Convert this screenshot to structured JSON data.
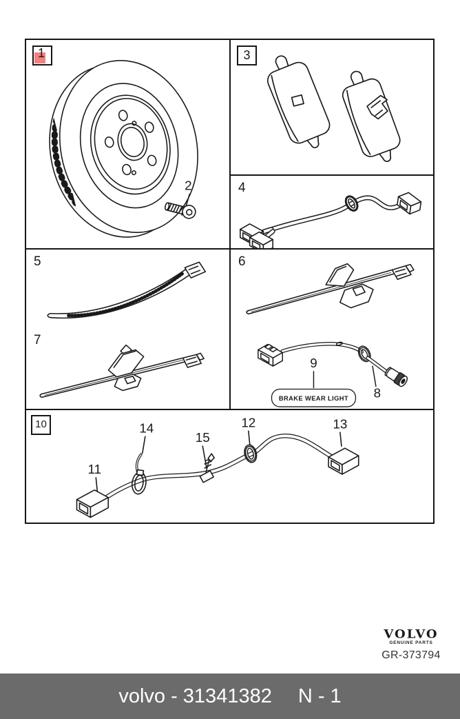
{
  "panels": {
    "p1": {
      "label": "1",
      "boxed": true,
      "highlight": "#f4807f"
    },
    "p3": {
      "label": "3",
      "boxed": true
    },
    "p4": {
      "label": "4"
    },
    "p5": {
      "label": "5"
    },
    "p6": {
      "label": "6"
    },
    "p7": {
      "label": "7"
    },
    "p10": {
      "label": "10",
      "boxed": true
    }
  },
  "items": {
    "i2": "2",
    "i8": "8",
    "i9": "9",
    "i11": "11",
    "i12": "12",
    "i13": "13",
    "i14": "14",
    "i15": "15"
  },
  "callout": {
    "brake_wear_light": "BRAKE WEAR LIGHT"
  },
  "logo": {
    "brand": "VOLVO",
    "tagline": "GENUINE PARTS",
    "ref": "GR-373794"
  },
  "footer": {
    "left": "volvo - 31341382",
    "right": "N - 1",
    "bg": "#6b6b6b",
    "text_color": "#ffffff"
  },
  "colors": {
    "line": "#1a1a1a",
    "background": "#ffffff",
    "highlight": "#f4807f"
  }
}
